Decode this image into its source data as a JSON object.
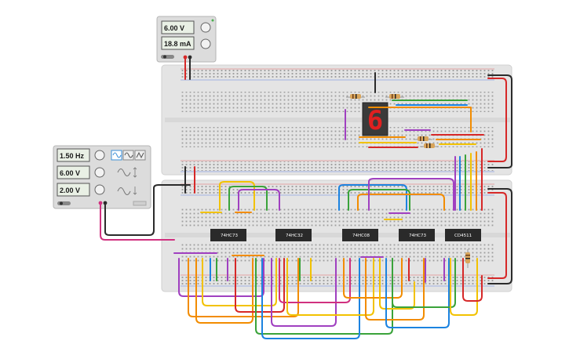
{
  "power_supply": {
    "voltage": "6.00 V",
    "current": "18.8 mA"
  },
  "function_generator": {
    "frequency": "1.50 Hz",
    "amplitude": "6.00 V",
    "dc_offset": "2.00 V",
    "waveforms": [
      "sine-wave-icon",
      "triangle-wave-icon",
      "square-wave-icon"
    ],
    "selected_waveform": "sine-wave-icon"
  },
  "chips": [
    "74HC73",
    "74HC32",
    "74HC08",
    "74HC73",
    "CD4511"
  ],
  "seven_segment": {
    "digit": "6",
    "color": "#e02020"
  },
  "wire_colors": {
    "red": "#d62828",
    "black": "#2b2b2b",
    "orange": "#f28c00",
    "yellow": "#f2c200",
    "green": "#3aa33a",
    "blue": "#1c83e0",
    "purple": "#a040c0",
    "magenta": "#d0307f",
    "brown": "#8b5a2b"
  }
}
